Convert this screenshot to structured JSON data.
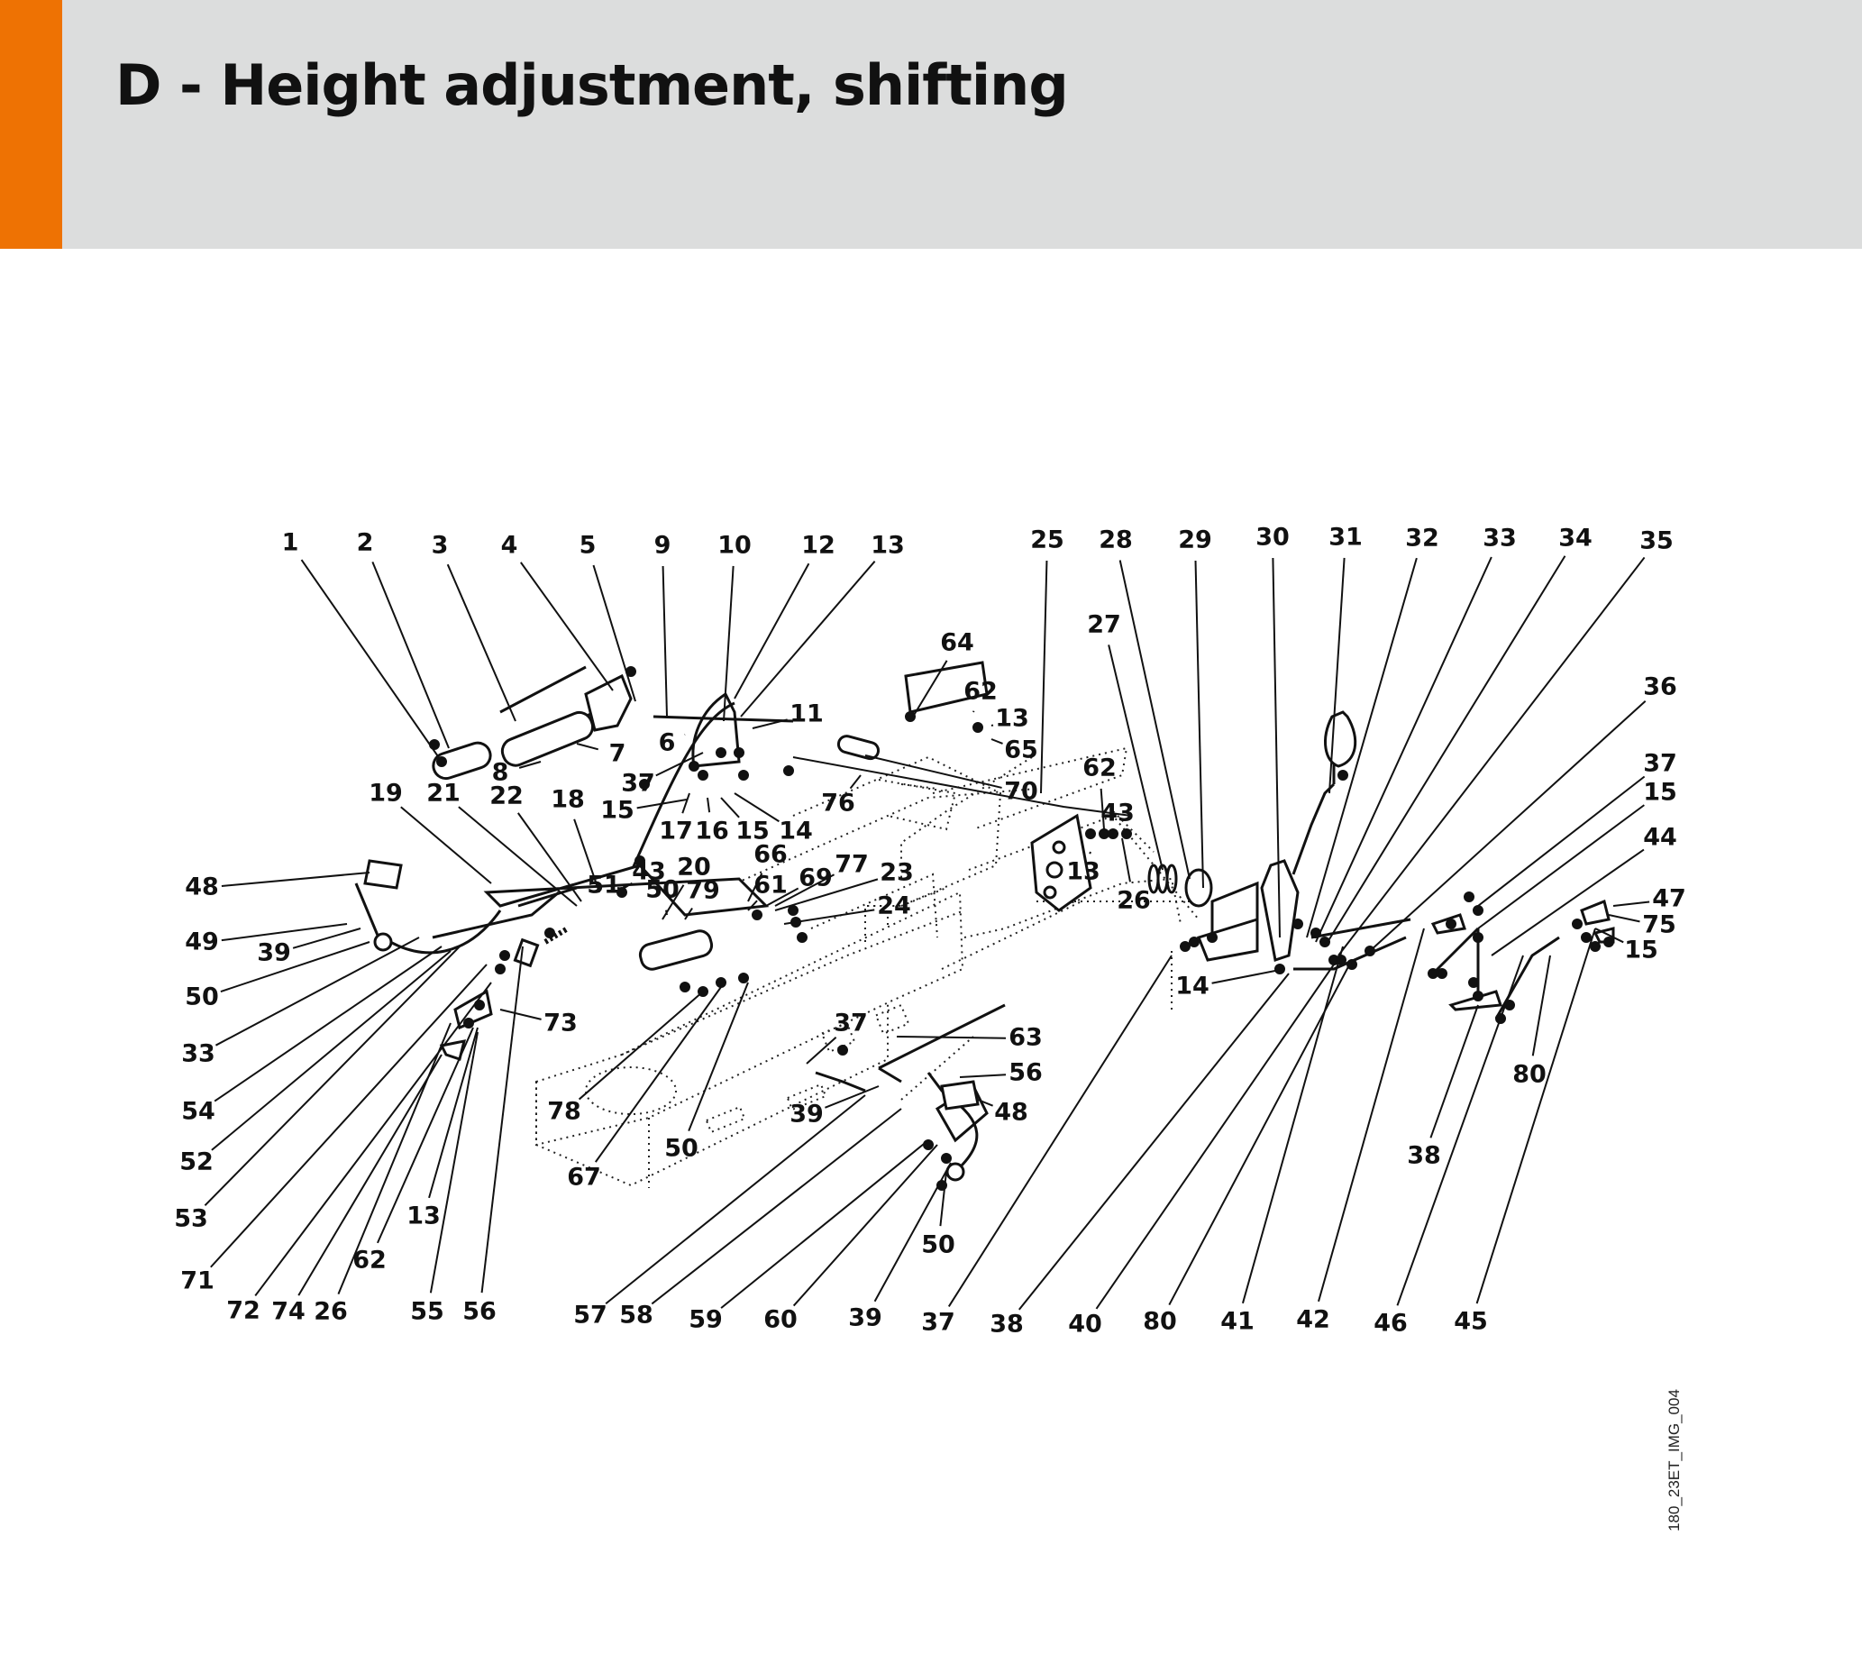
{
  "header": {
    "title": "D - Height adjustment, shifting",
    "accent_color": "#ee7203",
    "background_color": "#dcdddd"
  },
  "diagram": {
    "image_reference": "180_23ET_IMG_004",
    "callouts": [
      "1",
      "2",
      "3",
      "4",
      "5",
      "9",
      "10",
      "12",
      "13",
      "11",
      "6",
      "7",
      "8",
      "37",
      "15",
      "17",
      "16",
      "15",
      "14",
      "64",
      "62",
      "13",
      "65",
      "70",
      "76",
      "19",
      "21",
      "22",
      "18",
      "51",
      "43",
      "20",
      "50",
      "79",
      "66",
      "61",
      "69",
      "77",
      "23",
      "24",
      "25",
      "28",
      "29",
      "30",
      "31",
      "32",
      "33",
      "34",
      "35",
      "27",
      "62",
      "43",
      "13",
      "26",
      "36",
      "37",
      "15",
      "44",
      "47",
      "75",
      "15",
      "48",
      "49",
      "39",
      "50",
      "33",
      "54",
      "52",
      "53",
      "71",
      "72",
      "74",
      "26",
      "62",
      "13",
      "55",
      "56",
      "73",
      "78",
      "67",
      "50",
      "37",
      "63",
      "56",
      "48",
      "39",
      "50",
      "57",
      "58",
      "59",
      "60",
      "39",
      "37",
      "38",
      "40",
      "80",
      "41",
      "42",
      "45",
      "46",
      "14",
      "80",
      "38"
    ]
  }
}
